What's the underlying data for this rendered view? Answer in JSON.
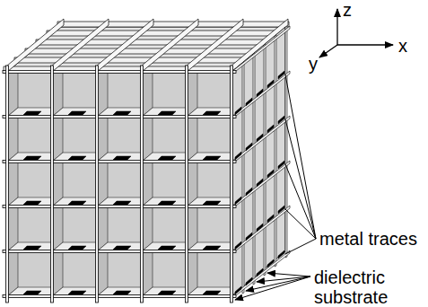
{
  "diagram": {
    "labels": [
      "z",
      "x",
      "y",
      "metal traces",
      "dielectric substrate"
    ]
  }
}
